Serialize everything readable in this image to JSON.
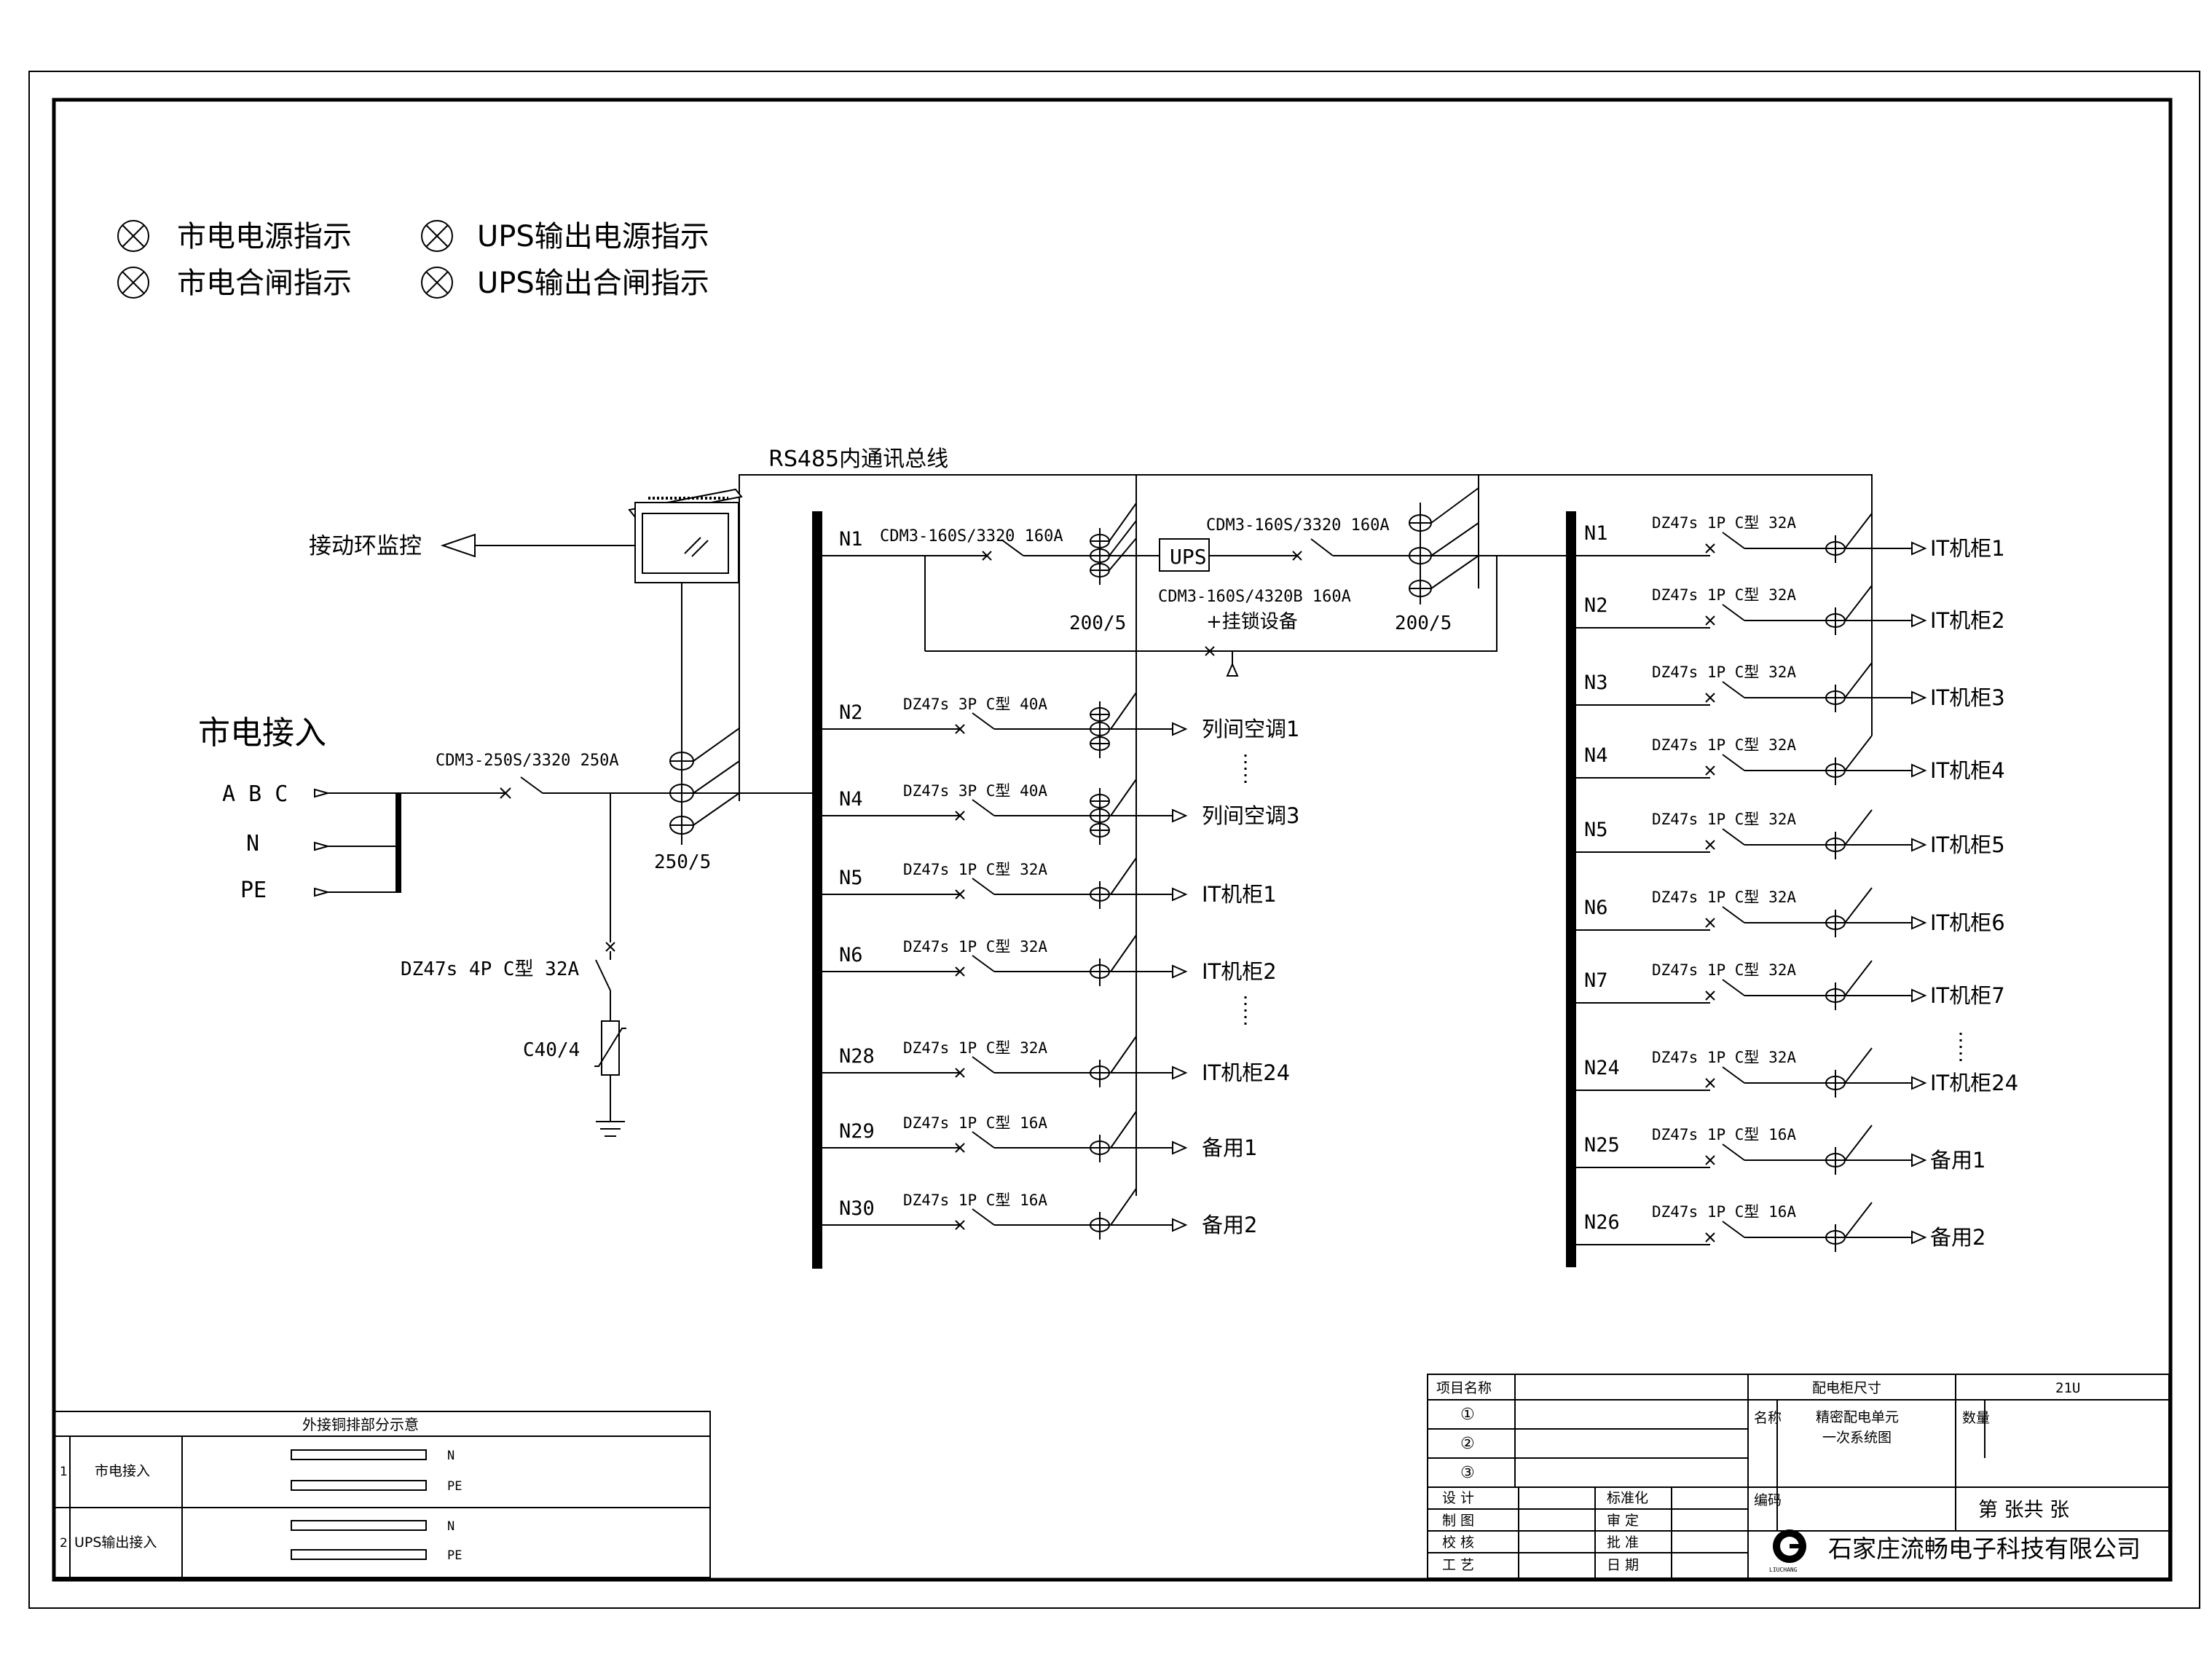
{
  "legend": [
    {
      "label": "市电电源指示",
      "symbol": "lamp-icon"
    },
    {
      "label": "市电合闸指示",
      "symbol": "lamp-icon"
    },
    {
      "label": "UPS输出电源指示",
      "symbol": "lamp-icon"
    },
    {
      "label": "UPS输出合闸指示",
      "symbol": "lamp-icon"
    }
  ],
  "bus_label": "RS485内通讯总线",
  "monitor_label": "接动环监控",
  "mains": {
    "title": "市电接入",
    "phases": [
      "A B C",
      "N",
      "PE"
    ],
    "main_breaker": "CDM3-250S/3320 250A",
    "ct_ratio": "250/5",
    "spd_breaker": "DZ47s 4P C型 32A",
    "spd": "C40/4"
  },
  "ups": {
    "label": "UPS",
    "in_breaker": "CDM3-160S/3320 160A",
    "out_breaker": "CDM3-160S/3320 160A",
    "bypass_breaker": "CDM3-160S/4320B 160A",
    "bypass_note": "+挂锁设备",
    "ct_in": "200/5",
    "ct_out": "200/5"
  },
  "left_feeders": [
    {
      "id": "N1",
      "breaker": "CDM3-160S/3320 160A",
      "load": ""
    },
    {
      "id": "N2",
      "breaker": "DZ47s 3P C型 40A",
      "load": "列间空调1"
    },
    {
      "id": "N4",
      "breaker": "DZ47s 3P C型 40A",
      "load": "列间空调3"
    },
    {
      "id": "N5",
      "breaker": "DZ47s 1P C型 32A",
      "load": "IT机柜1"
    },
    {
      "id": "N6",
      "breaker": "DZ47s 1P C型 32A",
      "load": "IT机柜2"
    },
    {
      "id": "N28",
      "breaker": "DZ47s 1P C型 32A",
      "load": "IT机柜24"
    },
    {
      "id": "N29",
      "breaker": "DZ47s 1P C型 16A",
      "load": "备用1"
    },
    {
      "id": "N30",
      "breaker": "DZ47s 1P C型 16A",
      "load": "备用2"
    }
  ],
  "right_feeders": [
    {
      "id": "N1",
      "breaker": "DZ47s 1P C型 32A",
      "load": "IT机柜1"
    },
    {
      "id": "N2",
      "breaker": "DZ47s 1P C型 32A",
      "load": "IT机柜2"
    },
    {
      "id": "N3",
      "breaker": "DZ47s 1P C型 32A",
      "load": "IT机柜3"
    },
    {
      "id": "N4",
      "breaker": "DZ47s 1P C型 32A",
      "load": "IT机柜4"
    },
    {
      "id": "N5",
      "breaker": "DZ47s 1P C型 32A",
      "load": "IT机柜5"
    },
    {
      "id": "N6",
      "breaker": "DZ47s 1P C型 32A",
      "load": "IT机柜6"
    },
    {
      "id": "N7",
      "breaker": "DZ47s 1P C型 32A",
      "load": "IT机柜7"
    },
    {
      "id": "N24",
      "breaker": "DZ47s 1P C型 32A",
      "load": "IT机柜24"
    },
    {
      "id": "N25",
      "breaker": "DZ47s 1P C型 16A",
      "load": "备用1"
    },
    {
      "id": "N26",
      "breaker": "DZ47s 1P C型 16A",
      "load": "备用2"
    }
  ],
  "copper_table": {
    "title": "外接铜排部分示意",
    "rows": [
      {
        "no": "1",
        "name": "市电接入",
        "bars": [
          "N",
          "PE"
        ]
      },
      {
        "no": "2",
        "name": "UPS输出接入",
        "bars": [
          "N",
          "PE"
        ]
      }
    ]
  },
  "title_block": {
    "project_name_label": "项目名称",
    "project_name": "",
    "cabinet_size_label": "配电柜尺寸",
    "cabinet_size": "21U",
    "rev_marks": [
      "①",
      "②",
      "③"
    ],
    "name_label": "名称",
    "drawing_name_1": "精密配电单元",
    "drawing_name_2": "一次系统图",
    "qty_label": "数量",
    "code_label": "编码",
    "sheet_label": "第    张共    张",
    "roles_left": [
      "设  计",
      "制  图",
      "校  核",
      "工  艺"
    ],
    "roles_right": [
      "标准化",
      "审  定",
      "批  准",
      "日  期"
    ],
    "logo_letter": "G",
    "logo_text": "LIUCHANG",
    "company": "石家庄流畅电子科技有限公司"
  }
}
